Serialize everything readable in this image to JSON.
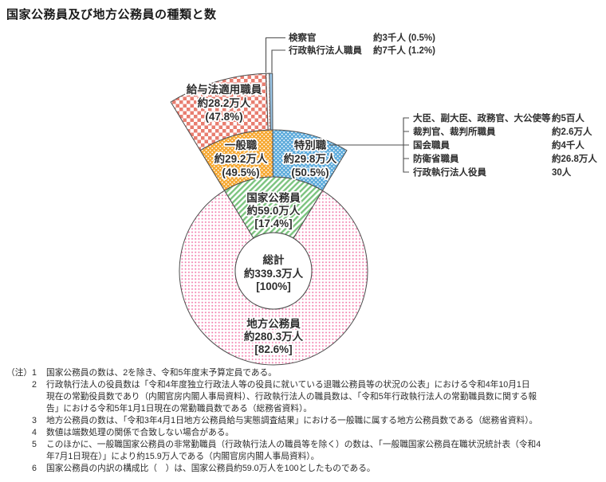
{
  "title": "国家公務員及び地方公務員の種類と数",
  "colors": {
    "red_checker": "#E87E70",
    "orange": "#F6A832",
    "blue": "#5FACDC",
    "green": "#7CC47F",
    "pink": "#F276A8",
    "light_blue_sliver": "#9CC7E8",
    "outline": "#4D4D4D",
    "text": "#2E2E2E"
  },
  "chart_data": {
    "type": "pie",
    "title": "国家公務員及び地方公務員の種類と数",
    "legend_position": "none",
    "total": {
      "label": "総計",
      "display_value": "約339.3万人",
      "display_pct": "[100%]",
      "value_10k": 339.3
    },
    "level1": [
      {
        "label": "国家公務員",
        "display_value": "約59.0万人",
        "display_pct": "[17.4%]",
        "value_10k": 59.0,
        "pct_of_total": 17.4,
        "pattern": "green-hatch"
      },
      {
        "label": "地方公務員",
        "display_value": "約280.3万人",
        "display_pct": "[82.6%]",
        "value_10k": 280.3,
        "pct_of_total": 82.6,
        "pattern": "pink-dots"
      }
    ],
    "level2_national": [
      {
        "label": "一般職",
        "display_value": "約29.2万人",
        "display_pct": "(49.5%)",
        "value_10k": 29.2,
        "pct_of_national": 49.5,
        "pattern": "orange-dots"
      },
      {
        "label": "特別職",
        "display_value": "約29.8万人",
        "display_pct": "(50.5%)",
        "value_10k": 29.8,
        "pct_of_national": 50.5,
        "pattern": "blue-dots"
      }
    ],
    "level3_ippan": [
      {
        "label": "給与法適用職員",
        "display_value": "約28.2万人",
        "display_pct": "(47.8%)",
        "value_10k": 28.2,
        "pct_of_national": 47.8,
        "pattern": "red-checker"
      },
      {
        "label": "検察官",
        "callout_value": "約3千人 (0.5%)",
        "value_10k": 0.3,
        "pct_of_national": 0.5,
        "pattern": "red-dots"
      },
      {
        "label": "行政執行法人職員",
        "callout_value": "約7千人 (1.2%)",
        "value_10k": 0.7,
        "pct_of_national": 1.2,
        "pattern": "light-blue"
      }
    ],
    "level3_tokubetsu": [
      {
        "label": "大臣、副大臣、政務官、大公使等",
        "value": "約5百人"
      },
      {
        "label": "裁判官、裁判所職員",
        "value": "約2.6万人"
      },
      {
        "label": "国会職員",
        "value": "約4千人"
      },
      {
        "label": "防衛省職員",
        "value": "約26.8万人"
      },
      {
        "label": "行政執行法人役員",
        "value": "30人"
      }
    ]
  },
  "notes": {
    "prefix": "（注）",
    "items": [
      {
        "num": "1",
        "lines": [
          "国家公務員の数は、2を除き、令和5年度末予算定員である。"
        ]
      },
      {
        "num": "2",
        "lines": [
          "行政執行法人の役員数は「令和4年度独立行政法人等の役員に就いている退職公務員等の状況の公表」における令和4年10月1日",
          "現在の常勤役員数であり（内閣官房内閣人事局資料）、行政執行法人の職員数は、「令和5年行政執行法人の常勤職員数に関する報",
          "告」における令和5年1月1日現在の常勤職員数である（総務省資料）。"
        ]
      },
      {
        "num": "3",
        "lines": [
          "地方公務員の数は、「令和3年4月1日地方公務員給与実態調査結果」における一般職に属する地方公務員数である（総務省資料）。"
        ]
      },
      {
        "num": "4",
        "lines": [
          "数値は端数処理の関係で合致しない場合がある。"
        ]
      },
      {
        "num": "5",
        "lines": [
          "このほかに、一般職国家公務員の非常勤職員（行政執行法人の職員等を除く）の数は、「一般職国家公務員在職状況統計表（令和4",
          "年7月1日現在）」により約15.9万人である（内閣官房内閣人事局資料）。"
        ]
      },
      {
        "num": "6",
        "lines": [
          "国家公務員の内訳の構成比（　）は、国家公務員約59.0万人を100としたものである。"
        ]
      }
    ]
  }
}
